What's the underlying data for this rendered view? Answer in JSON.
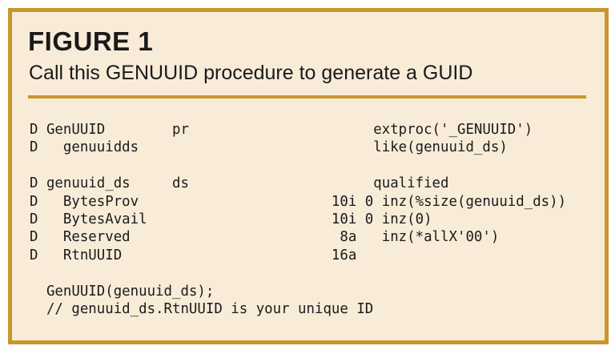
{
  "figure": {
    "label": "FIGURE 1",
    "caption": "Call this GENUUID procedure to generate a GUID"
  },
  "code": {
    "lines": [
      "D GenUUID        pr                      extproc('_GENUUID')",
      "D   genuuidds                            like(genuuid_ds)",
      "",
      "D genuuid_ds     ds                      qualified",
      "D   BytesProv                       10i 0 inz(%size(genuuid_ds))",
      "D   BytesAvail                      10i 0 inz(0)",
      "D   Reserved                         8a   inz(*allX'00')",
      "D   RtnUUID                         16a",
      "",
      "  GenUUID(genuuid_ds);",
      "  // genuuid_ds.RtnUUID is your unique ID"
    ]
  }
}
